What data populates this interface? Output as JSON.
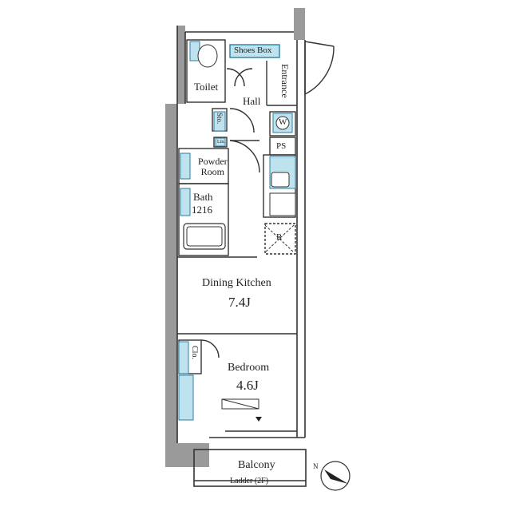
{
  "colors": {
    "wall": "#9a9a9a",
    "wall_edge": "#555555",
    "line": "#333333",
    "fixture_fill": "#bfe3ee",
    "fixture_edge": "#2b7fa0",
    "background": "#ffffff"
  },
  "rooms": {
    "toilet": "Toilet",
    "shoes_box": "Shoes Box",
    "hall": "Hall",
    "entrance": "Entrance",
    "storage_small": "Sto.",
    "washer": "W",
    "linen": "Lin.",
    "ps": "PS",
    "powder_room": "Powder\nRoom",
    "bath": "Bath",
    "bath_size": "1216",
    "refrigerator": "R",
    "dining_kitchen": "Dining Kitchen",
    "dining_kitchen_size": "7.4J",
    "closet": "Clo.",
    "bedroom": "Bedroom",
    "bedroom_size": "4.6J",
    "balcony": "Balcony",
    "ladder": "Ladder (2F)"
  },
  "compass": {
    "label": "N"
  }
}
